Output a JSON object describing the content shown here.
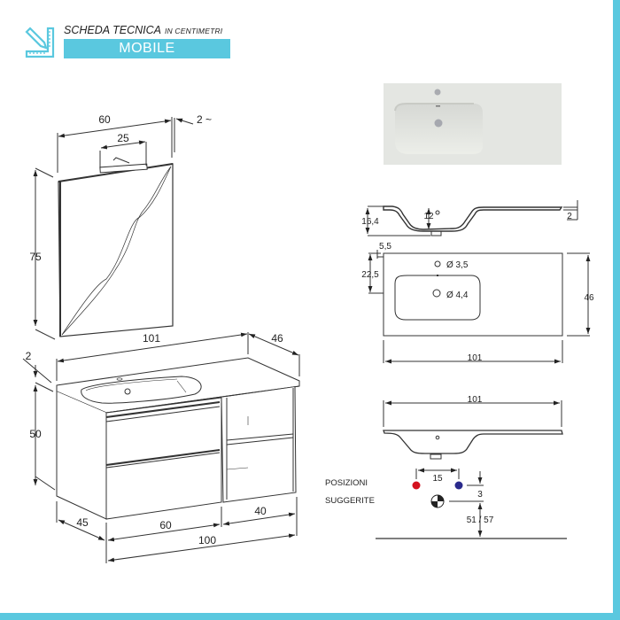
{
  "header": {
    "icon": "ruler-pencil-icon",
    "title": "SCHEDA TECNICA",
    "unit_note": "IN CENTIMETRI",
    "product": "MOBILE"
  },
  "colors": {
    "accent": "#5ac8df",
    "line": "#333333",
    "hot": "#d4121f",
    "cold": "#2a2a8c",
    "basin": "#e4e6e2"
  },
  "mirror": {
    "width": "60",
    "lamp_width": "25",
    "depth": "2 ~",
    "height": "75"
  },
  "cabinet": {
    "top_width": "101",
    "depth": "46",
    "top_thickness": "2",
    "height": "50",
    "side_depth": "45",
    "drawer_width": "60",
    "shelf_width": "40",
    "total_width": "100"
  },
  "basin_section": {
    "height": "16,4",
    "bowl_depth": "12",
    "thickness": "2"
  },
  "basin_plan": {
    "tap_offset": "5,5",
    "drain_offset": "22,5",
    "tap_hole": "Ø 3,5",
    "drain_hole": "Ø 4,4",
    "depth": "46",
    "width": "101"
  },
  "connections": {
    "width": "101",
    "spacing": "15",
    "vertical_offset": "3",
    "drain_height": "51 / 57",
    "label_line1": "POSIZIONI",
    "label_line2": "SUGGERITE"
  }
}
